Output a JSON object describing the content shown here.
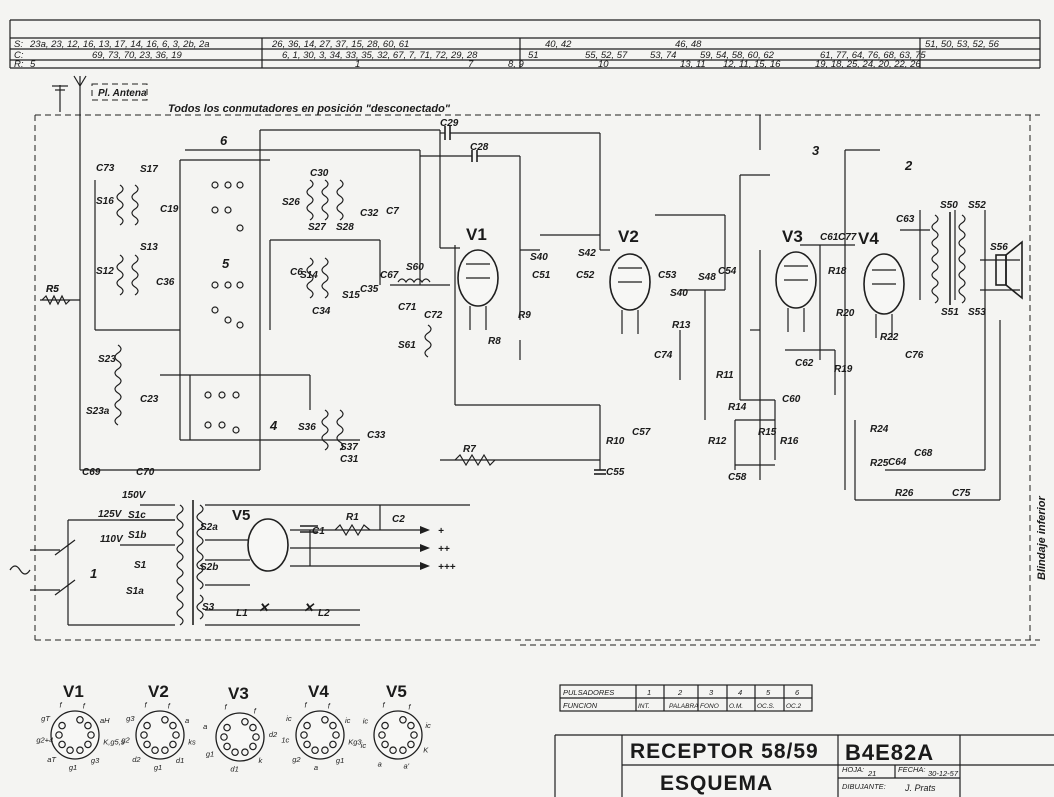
{
  "header": {
    "row_s_label": "S:",
    "row_c_label": "C:",
    "row_r_label": "R:",
    "row_s": [
      "23a, 23, 12, 16, 13, 17, 14, 16, 6, 3, 2b, 2a",
      "26, 36, 14, 27, 37, 15, 28, 60, 61",
      "40, 42",
      "46, 48",
      "51, 50, 53, 52, 56"
    ],
    "row_c": [
      "69, 73, 70, 23, 36, 19",
      "6, 1, 30, 3, 34, 33, 35, 32, 67, 7, 71, 72, 29, 28",
      "51",
      "55, 52, 57",
      "53, 74",
      "59, 54, 58, 60, 62",
      "61, 77, 64, 76, 68, 63, 75"
    ],
    "row_r": [
      "5",
      "1",
      "7",
      "8, 9",
      "10",
      "13, 11",
      "12, 11, 15, 16",
      "19, 18, 25, 24, 20, 22, 26"
    ]
  },
  "schematic": {
    "note": "Todos los conmutadores en posición \"desconectado\"",
    "antenna_label": "Pl. Antena",
    "switch_numbers": [
      "6",
      "5",
      "4",
      "3",
      "2",
      "1"
    ],
    "tubes": [
      "V1",
      "V2",
      "V3",
      "V4",
      "V5"
    ],
    "shield_label": "Blindaje inferior",
    "supply": {
      "taps": [
        "150V",
        "125V",
        "110V"
      ],
      "outputs": [
        "+",
        "++",
        "+++"
      ],
      "lamps": [
        "L1",
        "L2"
      ]
    },
    "component_labels": [
      "C73",
      "S17",
      "S16",
      "C19",
      "S13",
      "S12",
      "C36",
      "R5",
      "S23",
      "C23",
      "S23a",
      "C69",
      "C70",
      "S26",
      "C30",
      "C32",
      "C7",
      "S27",
      "S28",
      "C6",
      "S14",
      "S15",
      "C35",
      "C34",
      "C29",
      "C28",
      "C67",
      "S60",
      "C71",
      "C72",
      "S61",
      "S36",
      "S37",
      "C31",
      "C33",
      "S40",
      "C51",
      "S42",
      "C52",
      "R9",
      "R8",
      "C53",
      "S48",
      "C54",
      "S40",
      "C57",
      "R13",
      "C74",
      "R11",
      "R10",
      "C55",
      "R7",
      "C61",
      "C77",
      "R18",
      "C62",
      "R19",
      "R14",
      "C60",
      "R15",
      "R12",
      "R16",
      "C58",
      "C63",
      "S50",
      "S52",
      "S56",
      "R20",
      "R22",
      "C76",
      "S51",
      "S53",
      "R24",
      "C68",
      "R25",
      "C64",
      "R26",
      "C75",
      "S1c",
      "S1b",
      "S1",
      "S1a",
      "S2a",
      "S2b",
      "S3",
      "C1",
      "R1",
      "C2"
    ]
  },
  "sockets": [
    {
      "name": "V1",
      "pins": [
        "f",
        "f",
        "aH",
        "K,g5,s",
        "g3",
        "g1",
        "aT",
        "g2+4",
        "gT"
      ]
    },
    {
      "name": "V2",
      "pins": [
        "f",
        "f",
        "a",
        "ks",
        "d1",
        "g1",
        "d2",
        "g2",
        "g3"
      ]
    },
    {
      "name": "V3",
      "pins": [
        "f",
        "f",
        "d2",
        "k",
        "d1",
        "g1",
        "a"
      ]
    },
    {
      "name": "V4",
      "pins": [
        "f",
        "f",
        "ic",
        "Kg3",
        "g1",
        "a",
        "g2",
        "1c",
        "ic"
      ]
    },
    {
      "name": "V5",
      "pins": [
        "f",
        "f",
        "ic",
        "K",
        "a'",
        "a",
        "ic",
        "ic"
      ]
    }
  ],
  "pulsadores": {
    "row1_label": "PULSADORES",
    "row2_label": "FUNCION",
    "numbers": [
      "1",
      "2",
      "3",
      "4",
      "5",
      "6"
    ],
    "functions": [
      "INT.",
      "PALABRA",
      "FONO",
      "O.M.",
      "OC.S.",
      "OC.2"
    ]
  },
  "title_block": {
    "title1": "RECEPTOR 58/59",
    "code": "B4E82A",
    "title2": "ESQUEMA",
    "hoja_label": "HOJA:",
    "hoja_value": "21",
    "fecha_label": "FECHA:",
    "fecha_value": "30-12-57",
    "dibujante_label": "DIBUJANTE:",
    "dibujante_value": "J. Prats"
  }
}
